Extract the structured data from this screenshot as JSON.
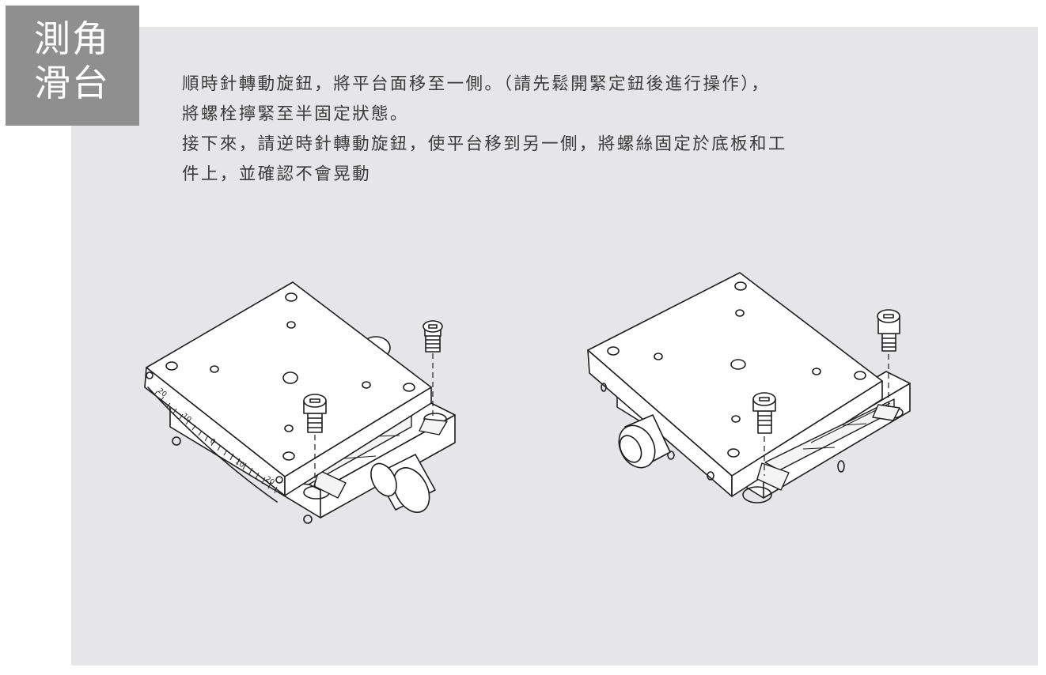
{
  "section_tag": {
    "line1": "測角",
    "line2": "滑台"
  },
  "instructions": {
    "paragraph1_line1": "順時針轉動旋鈕，將平台面移至一側。（請先鬆開緊定鈕後進行操作），",
    "paragraph1_line2": "將螺栓擰緊至半固定狀態。",
    "paragraph2_line1": "接下來，請逆時針轉動旋鈕，使平台移到另一側，將螺絲固定於底板和工",
    "paragraph2_line2": "件上，並確認不會晃動"
  },
  "figures": {
    "left": {
      "scale_labels": [
        "20",
        "10",
        "0",
        "10",
        "20"
      ]
    },
    "right": {}
  },
  "colors": {
    "panel_background": "#e6e6e8",
    "tag_background": "#8f8f90",
    "tag_text": "#ffffff",
    "body_text": "#3a3a3a",
    "line_art": "#1e1e1e"
  }
}
